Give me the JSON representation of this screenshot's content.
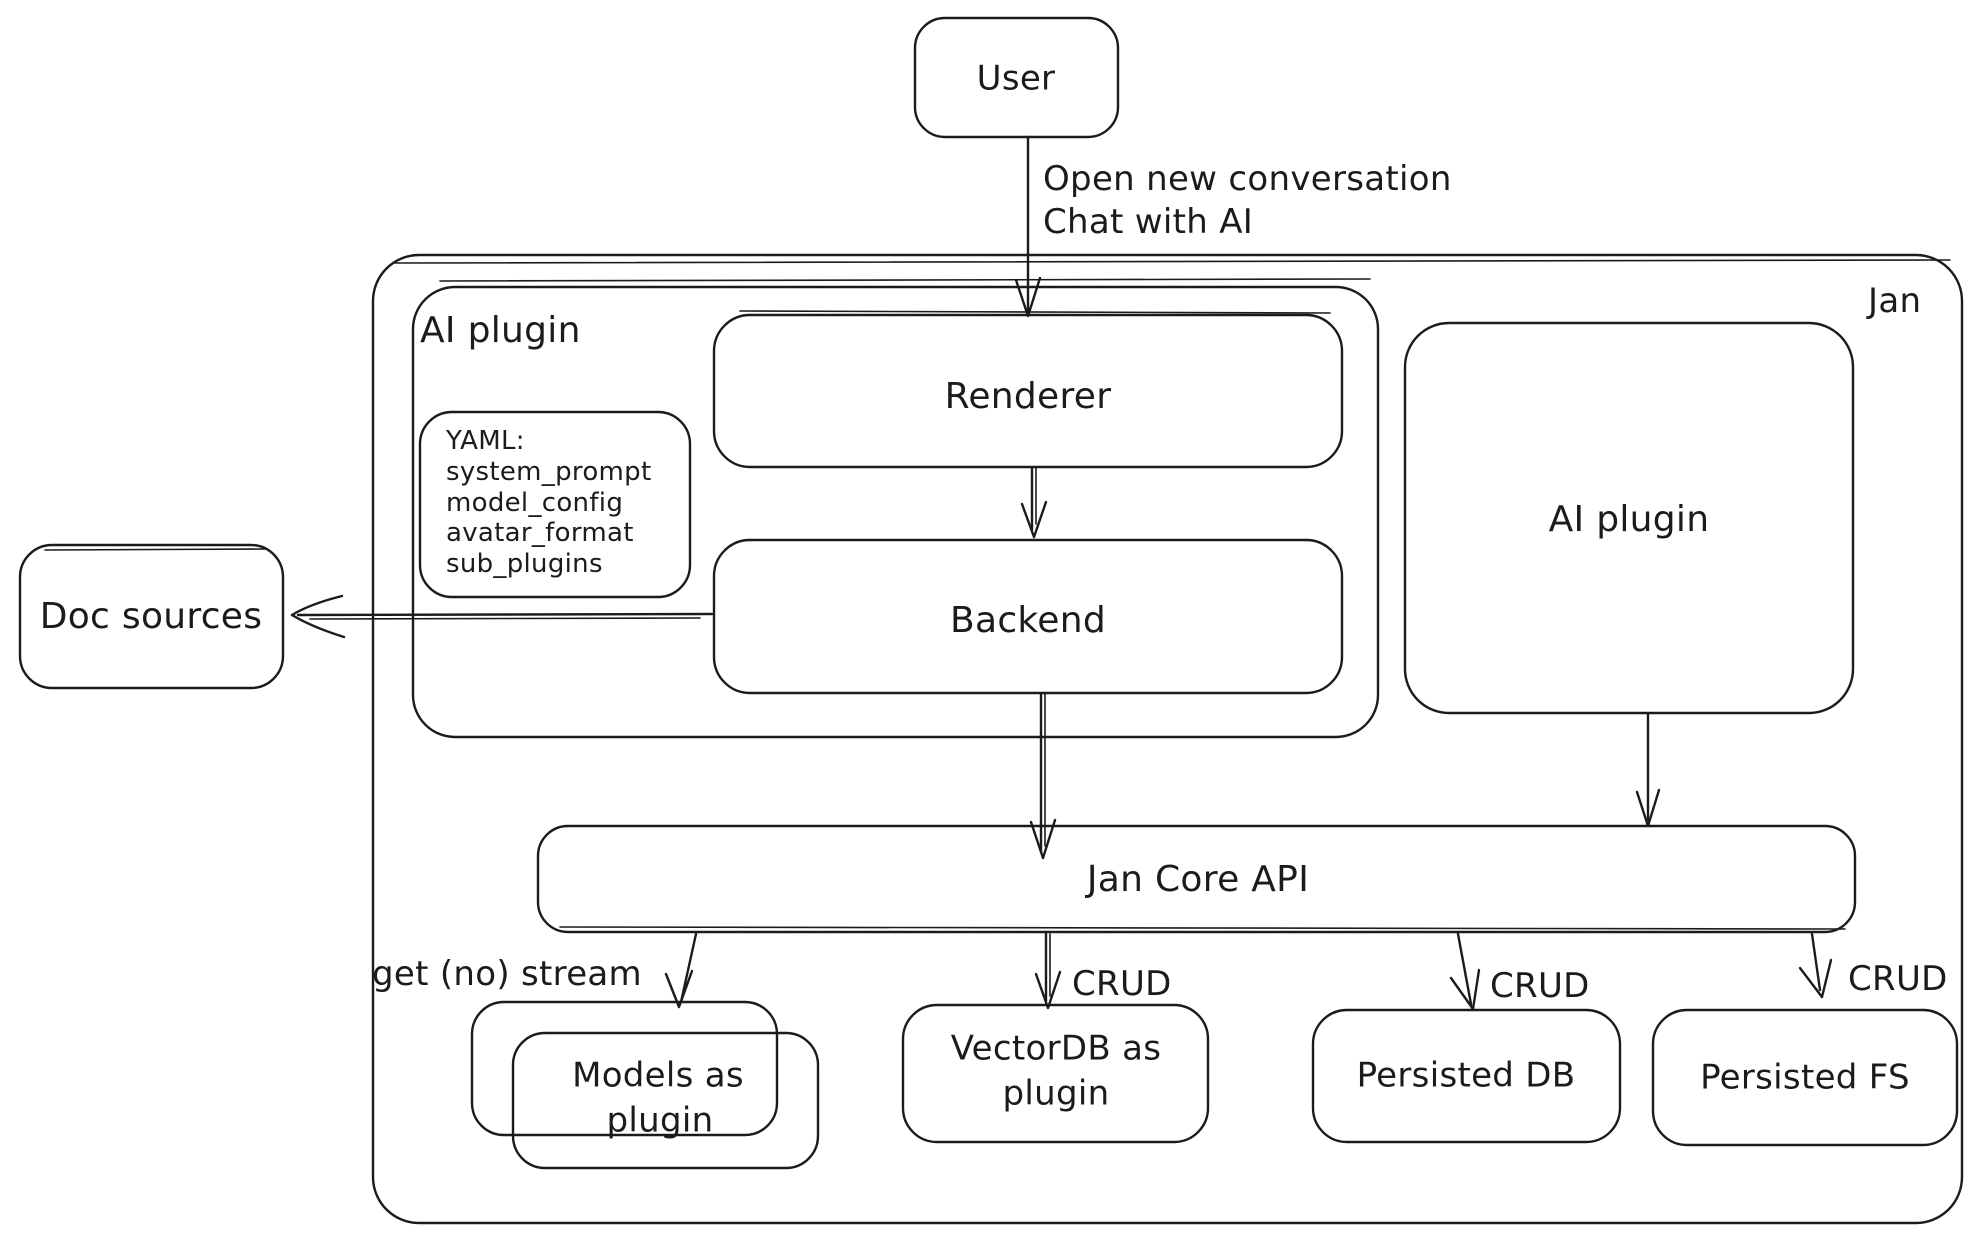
{
  "canvas": {
    "background": "#ffffff",
    "stroke_color": "#1b1b1b"
  },
  "nodes": {
    "user": {
      "label": "User"
    },
    "jan": {
      "label": "Jan"
    },
    "ai_plugin_group": {
      "label": "AI plugin"
    },
    "renderer": {
      "label": "Renderer"
    },
    "yaml_note": {
      "lines": [
        "YAML:",
        "system_prompt",
        "model_config",
        "avatar_format",
        "sub_plugins"
      ]
    },
    "backend": {
      "label": "Backend"
    },
    "doc_sources": {
      "label": "Doc sources"
    },
    "ai_plugin_right": {
      "label": "AI plugin"
    },
    "jan_core_api": {
      "label": "Jan Core API"
    },
    "models_as_plugin": {
      "lines": [
        "Models as",
        "plugin"
      ]
    },
    "vectordb_as_plugin": {
      "lines": [
        "VectorDB as",
        "plugin"
      ]
    },
    "persisted_db": {
      "label": "Persisted DB"
    },
    "persisted_fs": {
      "label": "Persisted FS"
    }
  },
  "edges": {
    "user_to_renderer": {
      "label_lines": [
        "Open new conversation",
        "Chat with AI"
      ]
    },
    "api_to_models": {
      "label": "get (no) stream"
    },
    "api_to_vectordb": {
      "label": "CRUD"
    },
    "api_to_persisted_db": {
      "label": "CRUD"
    },
    "api_to_persisted_fs": {
      "label": "CRUD"
    }
  }
}
